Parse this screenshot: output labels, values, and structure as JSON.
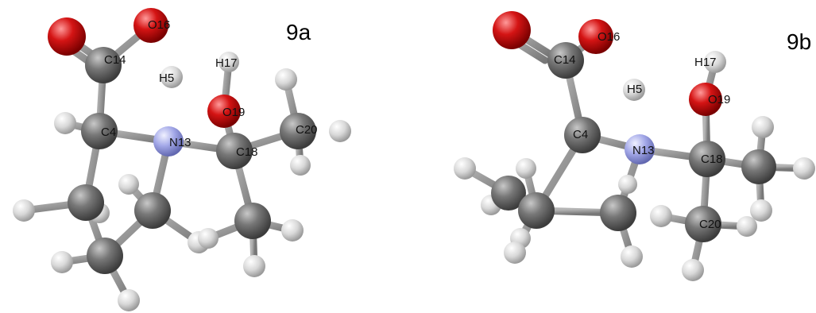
{
  "colors": {
    "carbon": "#6f6f6f",
    "oxygen": "#d41414",
    "nitrogen": "#a3a8e8",
    "hydrogen": "#cfcfcf",
    "bond": "#8a8a8a"
  },
  "panels": [
    {
      "label": "9a",
      "atoms": [
        {
          "label": "O16",
          "element": "O"
        },
        {
          "label": "C14",
          "element": "C"
        },
        {
          "label": "H5",
          "element": "H"
        },
        {
          "label": "H17",
          "element": "H"
        },
        {
          "label": "O19",
          "element": "O"
        },
        {
          "label": "C20",
          "element": "C"
        },
        {
          "label": "C4",
          "element": "C"
        },
        {
          "label": "N13",
          "element": "N"
        },
        {
          "label": "C18",
          "element": "C"
        }
      ]
    },
    {
      "label": "9b",
      "atoms": [
        {
          "label": "O16",
          "element": "O"
        },
        {
          "label": "C14",
          "element": "C"
        },
        {
          "label": "H5",
          "element": "H"
        },
        {
          "label": "H17",
          "element": "H"
        },
        {
          "label": "O19",
          "element": "O"
        },
        {
          "label": "C4",
          "element": "C"
        },
        {
          "label": "N13",
          "element": "N"
        },
        {
          "label": "C18",
          "element": "C"
        },
        {
          "label": "C20",
          "element": "C"
        }
      ]
    }
  ]
}
